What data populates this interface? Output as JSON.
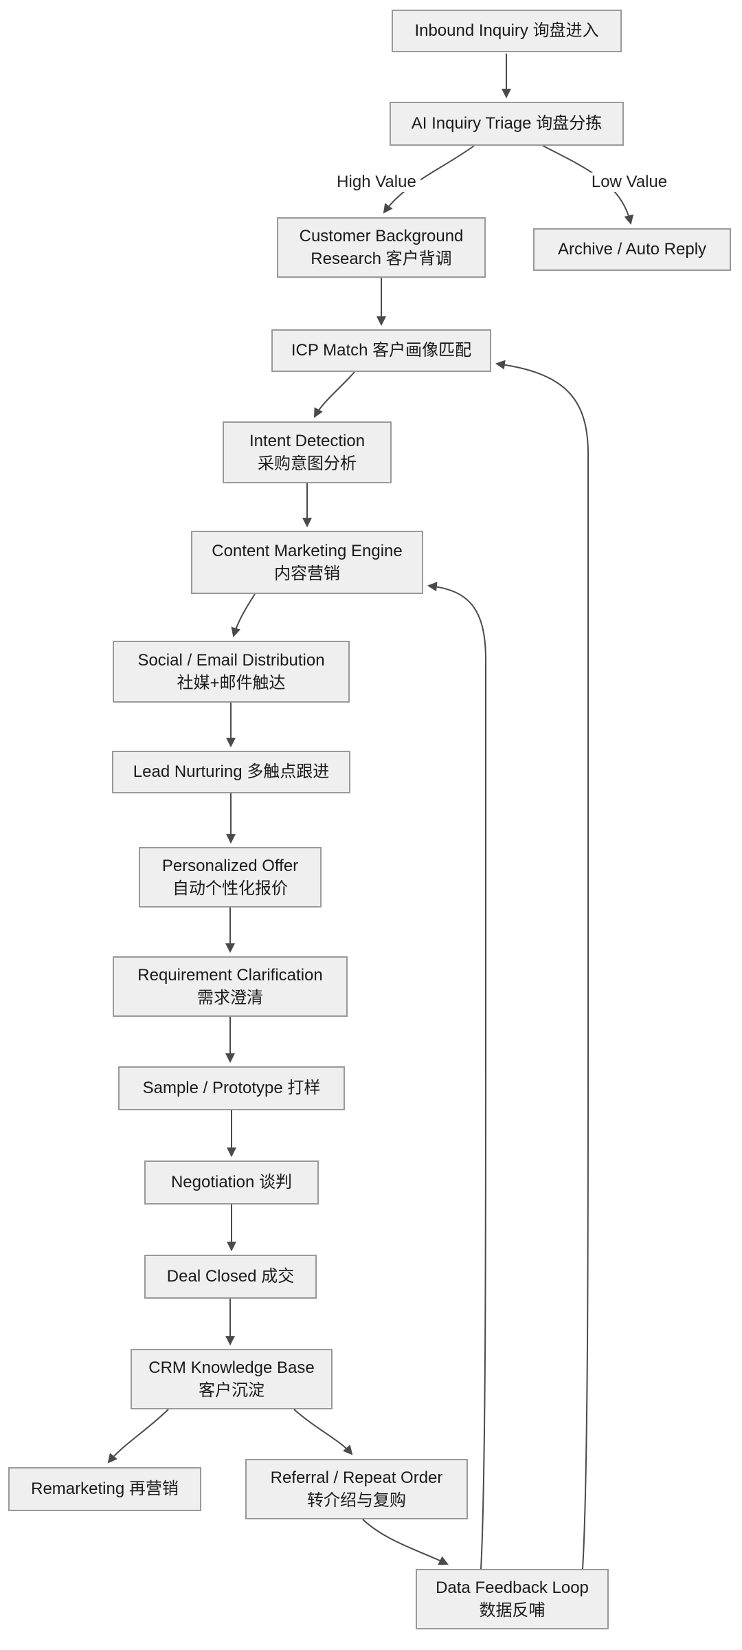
{
  "diagram": {
    "type": "flowchart",
    "direction": "top-down",
    "nodes": {
      "inbound": {
        "line1": "Inbound Inquiry 询盘进入"
      },
      "triage": {
        "line1": "AI Inquiry Triage 询盘分拣"
      },
      "background": {
        "line1": "Customer Background",
        "line2": "Research 客户背调"
      },
      "archive": {
        "line1": "Archive / Auto Reply"
      },
      "icp": {
        "line1": "ICP Match 客户画像匹配"
      },
      "intent": {
        "line1": "Intent Detection",
        "line2": "采购意图分析"
      },
      "content": {
        "line1": "Content Marketing Engine",
        "line2": "内容营销"
      },
      "social": {
        "line1": "Social / Email Distribution",
        "line2": "社媒+邮件触达"
      },
      "nurturing": {
        "line1": "Lead Nurturing 多触点跟进"
      },
      "offer": {
        "line1": "Personalized Offer",
        "line2": "自动个性化报价"
      },
      "clarification": {
        "line1": "Requirement Clarification",
        "line2": "需求澄清"
      },
      "sample": {
        "line1": "Sample / Prototype 打样"
      },
      "negotiation": {
        "line1": "Negotiation 谈判"
      },
      "deal": {
        "line1": "Deal Closed 成交"
      },
      "crm": {
        "line1": "CRM Knowledge Base",
        "line2": "客户沉淀"
      },
      "remarketing": {
        "line1": "Remarketing 再营销"
      },
      "referral": {
        "line1": "Referral / Repeat Order",
        "line2": "转介绍与复购"
      },
      "feedback": {
        "line1": "Data Feedback Loop",
        "line2": "数据反哺"
      }
    },
    "edge_labels": {
      "high_value": "High Value",
      "low_value": "Low Value"
    },
    "edges": [
      {
        "from": "inbound",
        "to": "triage"
      },
      {
        "from": "triage",
        "to": "background",
        "label": "High Value"
      },
      {
        "from": "triage",
        "to": "archive",
        "label": "Low Value"
      },
      {
        "from": "background",
        "to": "icp"
      },
      {
        "from": "icp",
        "to": "intent"
      },
      {
        "from": "intent",
        "to": "content"
      },
      {
        "from": "content",
        "to": "social"
      },
      {
        "from": "social",
        "to": "nurturing"
      },
      {
        "from": "nurturing",
        "to": "offer"
      },
      {
        "from": "offer",
        "to": "clarification"
      },
      {
        "from": "clarification",
        "to": "sample"
      },
      {
        "from": "sample",
        "to": "negotiation"
      },
      {
        "from": "negotiation",
        "to": "deal"
      },
      {
        "from": "deal",
        "to": "crm"
      },
      {
        "from": "crm",
        "to": "remarketing"
      },
      {
        "from": "crm",
        "to": "referral"
      },
      {
        "from": "referral",
        "to": "feedback"
      },
      {
        "from": "feedback",
        "to": "content"
      },
      {
        "from": "feedback",
        "to": "icp"
      }
    ],
    "colors": {
      "node_fill": "#efefef",
      "node_border": "#999999",
      "text": "#1a1a1a",
      "arrow": "#4a4a4a",
      "background": "#ffffff"
    }
  }
}
